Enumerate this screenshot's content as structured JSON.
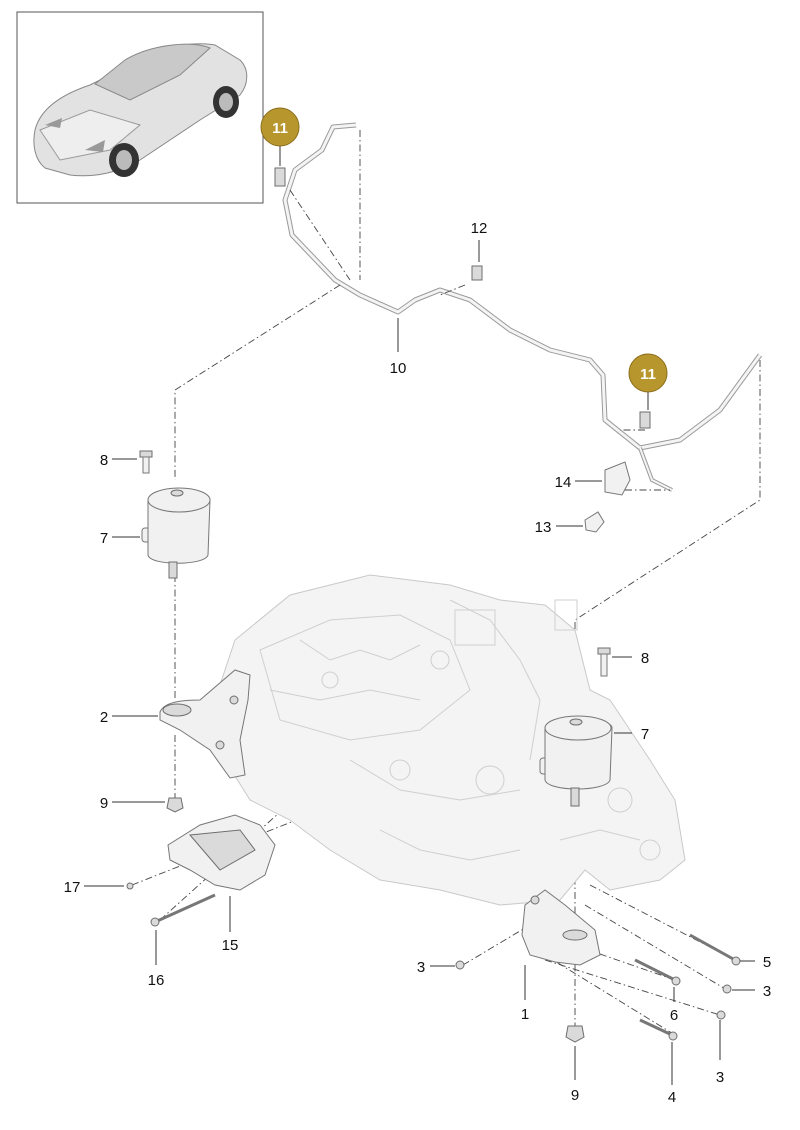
{
  "diagram": {
    "badges": [
      "11",
      "11"
    ],
    "callouts": {
      "c1": "1",
      "c2": "2",
      "c3a": "3",
      "c3b": "3",
      "c3c": "3",
      "c4": "4",
      "c5": "5",
      "c6": "6",
      "c7a": "7",
      "c7b": "7",
      "c8a": "8",
      "c8b": "8",
      "c9a": "9",
      "c9b": "9",
      "c10": "10",
      "c12": "12",
      "c13": "13",
      "c14": "14",
      "c15": "15",
      "c16": "16",
      "c17": "17"
    },
    "badge_color": "#b8962e"
  }
}
